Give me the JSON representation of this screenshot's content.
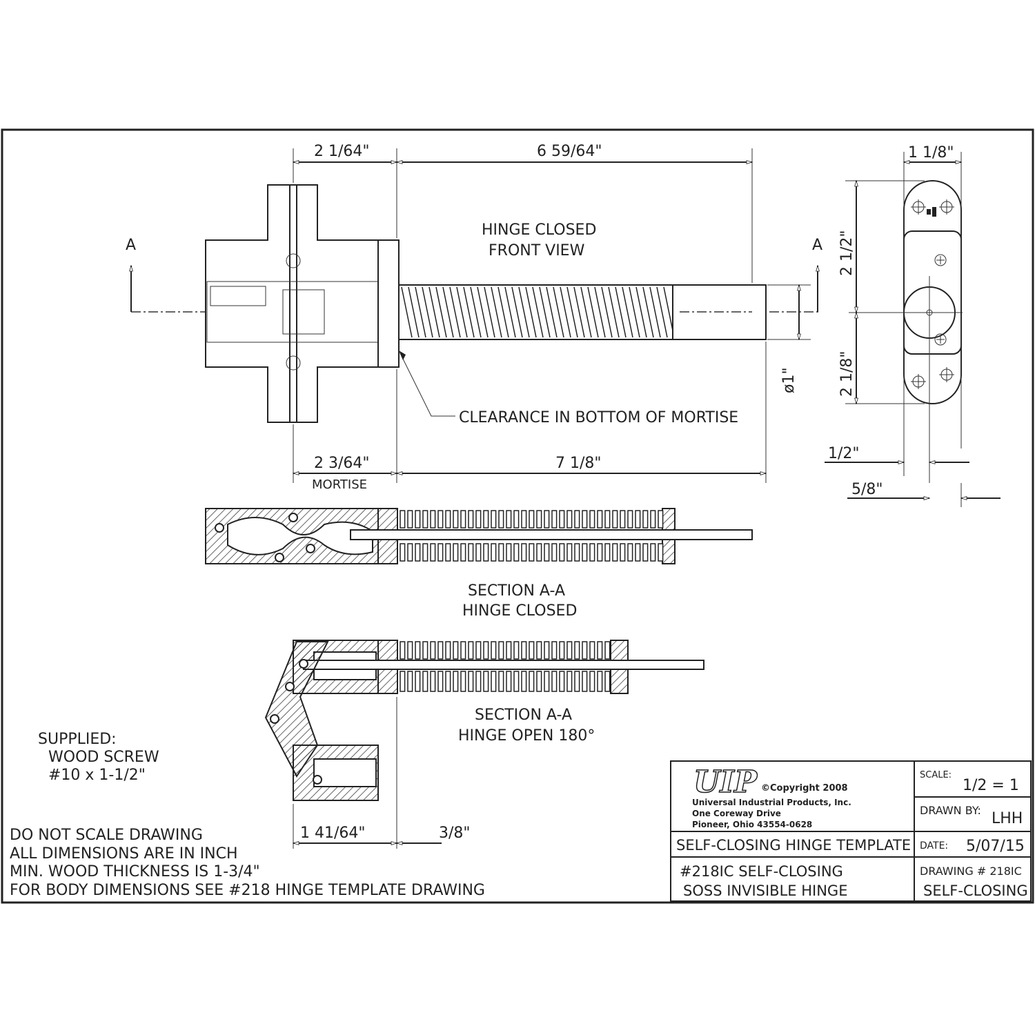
{
  "front_view": {
    "title_line1": "HINGE CLOSED",
    "title_line2": "FRONT VIEW",
    "section_marker": "A",
    "dim_top_left": "2 1/64\"",
    "dim_top_right": "6 59/64\"",
    "dim_bottom_left": "2 3/64\"",
    "dim_bottom_left_note": "MORTISE",
    "dim_bottom_right": "7 1/8\"",
    "dim_diameter": "ø1\"",
    "clearance_note": "CLEARANCE IN BOTTOM OF MORTISE"
  },
  "side_view": {
    "dim_width": "1 1/8\"",
    "dim_upper": "2 1/2\"",
    "dim_lower": "2 1/8\"",
    "dim_offset_1": "1/2\"",
    "dim_offset_2": "5/8\""
  },
  "section_closed": {
    "line1": "SECTION A-A",
    "line2": "HINGE CLOSED"
  },
  "section_open": {
    "line1": "SECTION A-A",
    "line2": "HINGE OPEN 180°",
    "dim_left": "1 41/64\"",
    "dim_right": "3/8\""
  },
  "supplied": {
    "heading": "SUPPLIED:",
    "line1": "WOOD SCREW",
    "line2": "#10 x 1-1/2\""
  },
  "notes": [
    "DO NOT SCALE DRAWING",
    "ALL DIMENSIONS ARE IN INCH",
    "MIN. WOOD THICKNESS IS 1-3/4\"",
    "FOR BODY DIMENSIONS SEE #218 HINGE TEMPLATE DRAWING"
  ],
  "title_block": {
    "logo": "UIP",
    "copyright": "©Copyright 2008",
    "company": "Universal Industrial Products, Inc.",
    "address1": "One Coreway Drive",
    "address2": "Pioneer, Ohio  43554-0628",
    "scale_label": "SCALE:",
    "scale_value": "1/2 = 1",
    "drawn_by_label": "DRAWN BY:",
    "drawn_by_value": "LHH",
    "template_title": "SELF-CLOSING HINGE TEMPLATE",
    "date_label": "DATE:",
    "date_value": "5/07/15",
    "product_line1": "#218IC SELF-CLOSING",
    "product_line2": "SOSS INVISIBLE HINGE",
    "drawing_label": "DRAWING # 218IC",
    "drawing_value": "SELF-CLOSING"
  }
}
